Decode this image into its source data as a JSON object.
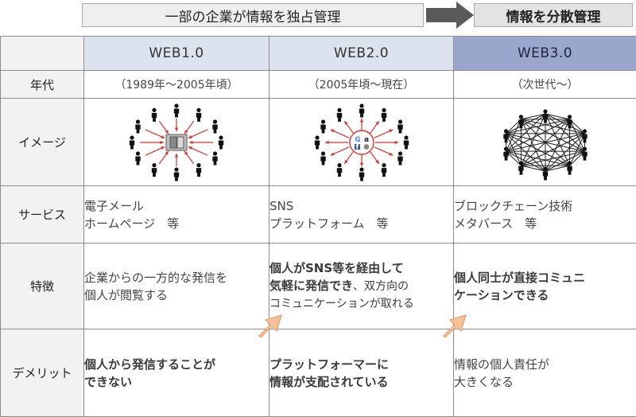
{
  "banner": {
    "left": "一部の企業が情報を独占管理",
    "right": "情報を分散管理"
  },
  "columns": [
    "WEB1.0",
    "WEB2.0",
    "WEB3.0"
  ],
  "rows": {
    "era": {
      "label": "年代",
      "values": [
        "（1989年～2005年頃）",
        "（2005年頃～現在）",
        "（次世代～）"
      ]
    },
    "image": {
      "label": "イメージ",
      "logos": {
        "g": "G",
        "a": "a",
        "f": "f"
      }
    },
    "service": {
      "label": "サービス",
      "web1": [
        "電子メール",
        "ホームページ　等"
      ],
      "web2": [
        "SNS",
        "プラットフォーム　等"
      ],
      "web3": [
        "ブロックチェーン技術",
        "メタバース　等"
      ]
    },
    "feature": {
      "label": "特徴",
      "web1": [
        "企業からの一方的な発信を",
        "個人が閲覧する"
      ],
      "web2_bold1": "個人がSNS等を経由して",
      "web2_bold2": "気軽に発信でき",
      "web2_normal2": "、双方向の",
      "web2_small3": "コミュニケーションが取れる",
      "web3": [
        "個人同士が直接コミュニ",
        "ケーションできる"
      ]
    },
    "demerit": {
      "label": "デメリット",
      "web1": [
        "個人から発信することが",
        "できない"
      ],
      "web2": [
        "プラットフォーマーに",
        "情報が支配されている"
      ],
      "web3": [
        "情報の個人責任が",
        "大きくなる"
      ]
    }
  },
  "colors": {
    "accent_arrow": "#f5c29a",
    "arrow_stroke": "#e9a06b",
    "red": "#d9342b",
    "web3_header": "#9aa6cc"
  }
}
